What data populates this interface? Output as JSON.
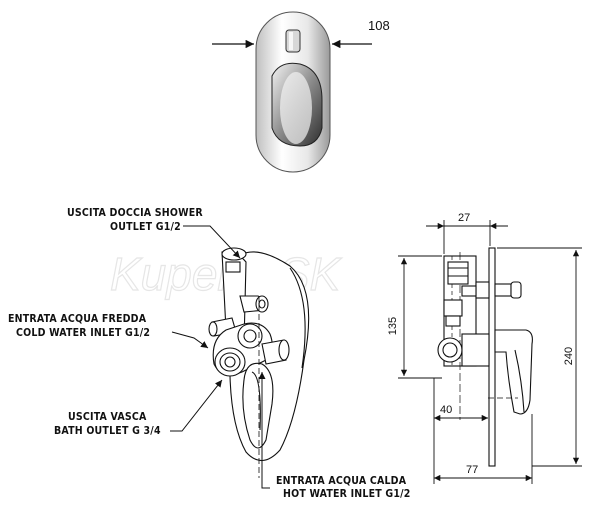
{
  "watermark": "KupelneSK",
  "front_view": {
    "width_dimension": "108"
  },
  "labels": {
    "shower_outlet_line1": "USCITA DOCCIA SHOWER",
    "shower_outlet_line2": "OUTLET  G1/2",
    "cold_inlet_line1": "ENTRATA ACQUA FREDDA",
    "cold_inlet_line2": "COLD WATER INLET  G1/2",
    "bath_outlet_line1": "USCITA VASCA",
    "bath_outlet_line2": "BATH OUTLET G 3/4",
    "hot_inlet_line1": "ENTRATA ACQUA CALDA",
    "hot_inlet_line2": "HOT WATER INLET G1/2"
  },
  "side_view": {
    "dim_top": "27",
    "dim_height_body": "135",
    "dim_total_height": "240",
    "dim_depth_body": "40",
    "dim_depth_total": "77"
  }
}
